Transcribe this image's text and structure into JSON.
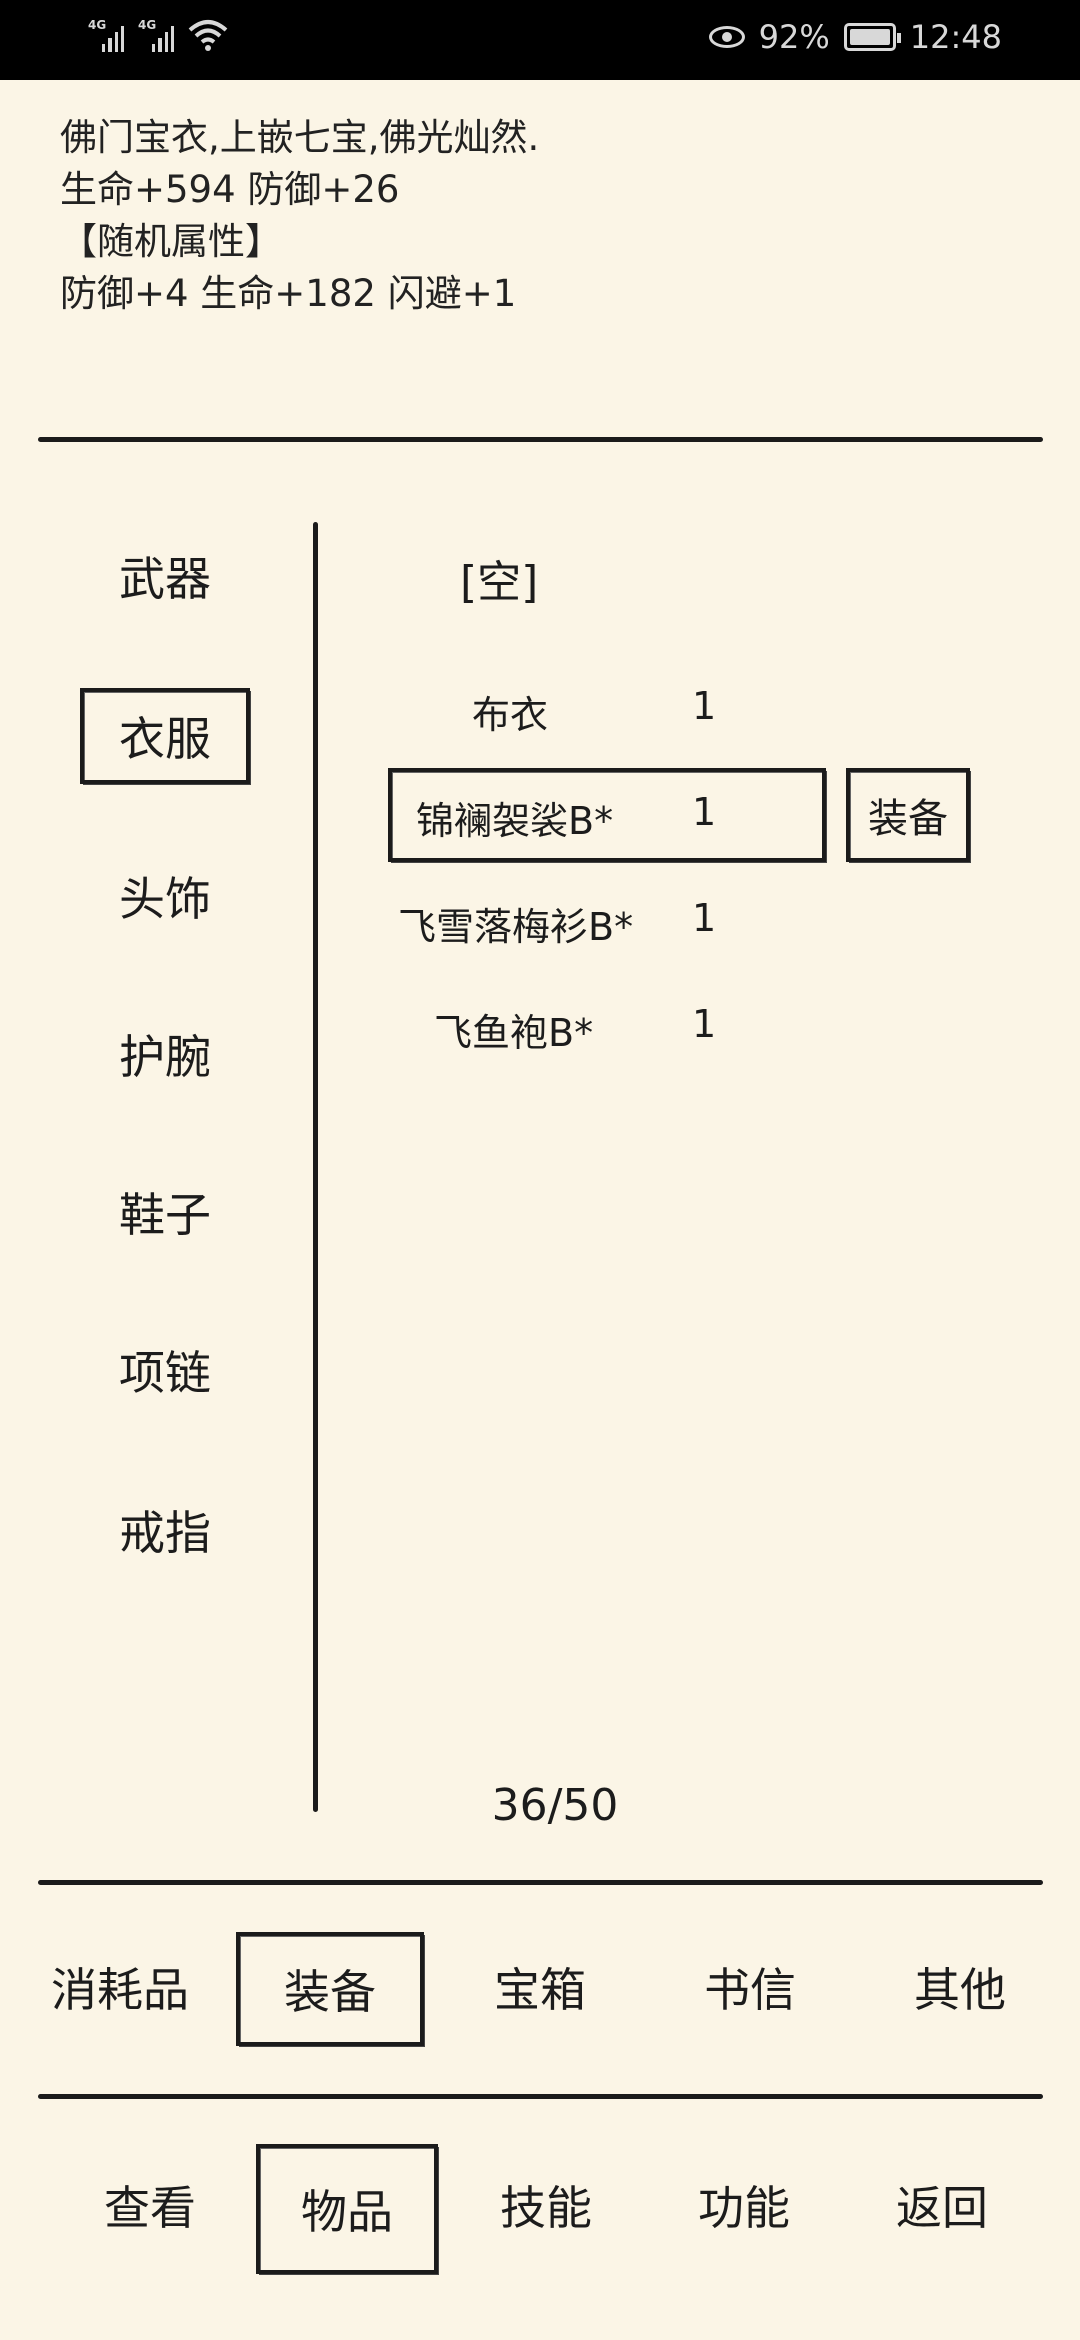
{
  "status_bar": {
    "signal1_tag": "4G",
    "signal2_tag": "4G",
    "battery_percent": "92%",
    "time": "12:48"
  },
  "description": {
    "line1": "佛门宝衣,上嵌七宝,佛光灿然.",
    "line2": "生命+594 防御+26",
    "line3": "【随机属性】",
    "line4": "防御+4 生命+182 闪避+1"
  },
  "categories": [
    {
      "label": "武器"
    },
    {
      "label": "衣服",
      "selected": true
    },
    {
      "label": "头饰"
    },
    {
      "label": "护腕"
    },
    {
      "label": "鞋子"
    },
    {
      "label": "项链"
    },
    {
      "label": "戒指"
    }
  ],
  "items": {
    "empty_label": "[空]",
    "list": [
      {
        "name": "布衣",
        "qty": "1"
      },
      {
        "name": "锦襕袈裟B*",
        "qty": "1",
        "selected": true
      },
      {
        "name": "飞雪落梅衫B*",
        "qty": "1"
      },
      {
        "name": "飞鱼袍B*",
        "qty": "1"
      }
    ],
    "equip_label": "装备"
  },
  "capacity": "36/50",
  "bag_tabs": [
    {
      "label": "消耗品"
    },
    {
      "label": "装备",
      "selected": true
    },
    {
      "label": "宝箱"
    },
    {
      "label": "书信"
    },
    {
      "label": "其他"
    }
  ],
  "nav_tabs": [
    {
      "label": "查看"
    },
    {
      "label": "物品",
      "selected": true
    },
    {
      "label": "技能"
    },
    {
      "label": "功能"
    },
    {
      "label": "返回"
    }
  ]
}
